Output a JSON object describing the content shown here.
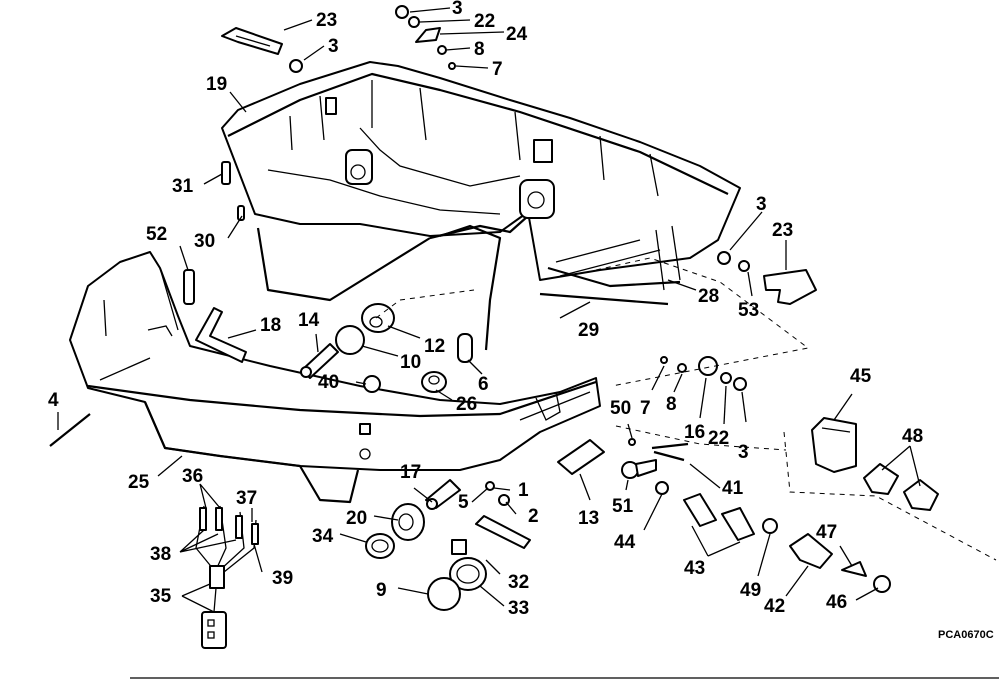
{
  "diagram": {
    "drawing_code": "PCA0670C",
    "callouts": {
      "c1": "1",
      "c2": "2",
      "c3a": "3",
      "c3b": "3",
      "c3c": "3",
      "c3d": "3",
      "c4": "4",
      "c5": "5",
      "c6": "6",
      "c7a": "7",
      "c7b": "7",
      "c8a": "8",
      "c8b": "8",
      "c9": "9",
      "c10": "10",
      "c12": "12",
      "c13": "13",
      "c14": "14",
      "c16": "16",
      "c17": "17",
      "c18": "18",
      "c19": "19",
      "c20": "20",
      "c22a": "22",
      "c22b": "22",
      "c23a": "23",
      "c23b": "23",
      "c24": "24",
      "c25": "25",
      "c26": "26",
      "c28": "28",
      "c29": "29",
      "c30": "30",
      "c31": "31",
      "c32": "32",
      "c33": "33",
      "c34": "34",
      "c35": "35",
      "c36": "36",
      "c37": "37",
      "c38": "38",
      "c39": "39",
      "c40": "40",
      "c41": "41",
      "c42": "42",
      "c43": "43",
      "c44": "44",
      "c45": "45",
      "c46": "46",
      "c47": "47",
      "c48": "48",
      "c49": "49",
      "c50": "50",
      "c51": "51",
      "c52": "52",
      "c53": "53"
    }
  }
}
